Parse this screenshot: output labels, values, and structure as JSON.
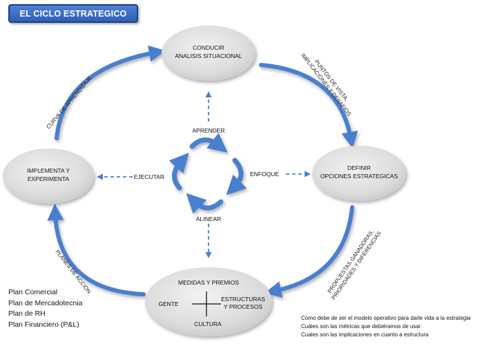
{
  "title": "EL CICLO ESTRATEGICO",
  "nodes": {
    "top": {
      "line1": "CONDUCIR",
      "line2": "ANALISIS SITUACIONAL"
    },
    "right": {
      "line1": "DEFINIR",
      "line2": "OPCIONES ESTRATEGICAS"
    },
    "left": {
      "line1": "IMPLEMENTA Y",
      "line2": "EXPERIMENTA"
    },
    "bottom": {
      "title": "MEDIDAS Y PREMIOS",
      "left": "GENTE",
      "right_line1": "ESTRUCTURAS",
      "right_line2": "Y PROCESOS",
      "bottom": "CULTURA"
    }
  },
  "arc_labels": {
    "top_left": "CURVA DE APRENDIZAJE",
    "top_right_line1": "PUNTOS DE VISTA,",
    "top_right_line2": "IMPLICACIONES Y DESAFIOS",
    "bottom_right_line1": "PROPUESTAS GANADORAS,",
    "bottom_right_line2": "PRIORIDADES Y DIFERENCIAS",
    "bottom_left": "PLANES DE ACCION"
  },
  "center": {
    "top": "APRENDER",
    "right": "ENFOQUE",
    "bottom": "ALINEAR",
    "left": "EJECUTAR"
  },
  "plans": [
    "Plan Comercial",
    "Plan de Mercadotecnia",
    "Plan de RH",
    "Plan Financiero (P&L)"
  ],
  "notes": [
    "Como debe de ser el modelo operativo para darle vida a la estrategia",
    "Cuáles son las métricas que debiéramos de usar",
    "Cuales son las implicaciones en cuanto a estructura"
  ],
  "colors": {
    "arrow": "#4a7fcf",
    "node_fill": "#dcdcdc",
    "title_bg": "#3a6cc9"
  }
}
